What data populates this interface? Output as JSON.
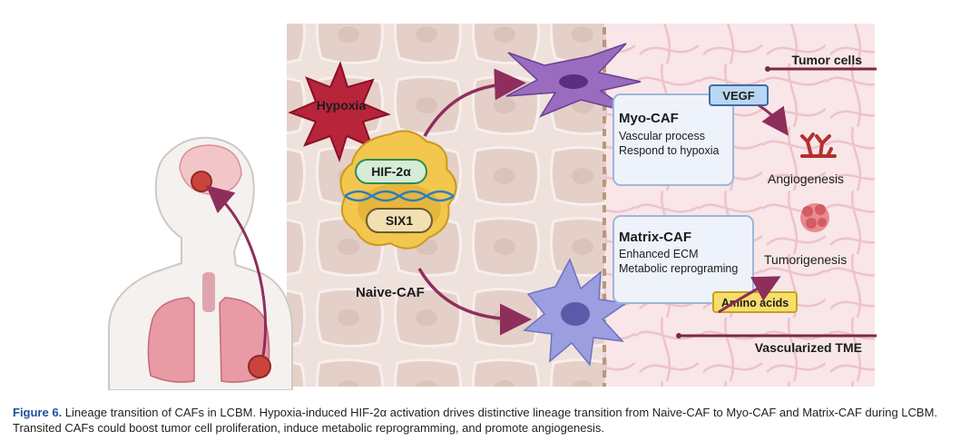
{
  "diagram": {
    "hypoxia_label": "Hypoxia",
    "hif_label": "HIF-2α",
    "six1_label": "SIX1",
    "naive_caf_label": "Naive-CAF",
    "myo_caf": {
      "title": "Myo-CAF",
      "lines": [
        "Vascular process",
        "Respond to hypoxia"
      ]
    },
    "matrix_caf": {
      "title": "Matrix-CAF",
      "lines": [
        "Enhanced ECM",
        "Metabolic reprograming"
      ]
    },
    "vegf_label": "VEGF",
    "amino_acids_label": "Amino acids",
    "angiogenesis_label": "Angiogenesis",
    "tumorigenesis_label": "Tumorigenesis",
    "tumor_cells_label": "Tumor cells",
    "vascularized_tme_label": "Vascularized TME"
  },
  "caption": {
    "label": "Figure 6.",
    "text": " Lineage transition of CAFs in LCBM. Hypoxia-induced HIF-2α activation drives distinctive lineage transition from Naive-CAF to Myo-CAF and Matrix-CAF during LCBM. Transited CAFs could boost tumor cell proliferation, induce metabolic reprogramming, and promote angiogenesis."
  },
  "colors": {
    "arrow": "#8e2e5c",
    "hypoxia": "#b8243a",
    "naive_caf": "#f3c64d",
    "myo_caf": "#9a6cc0",
    "matrix_caf": "#9c9ee0",
    "tumor": "#c9443d"
  }
}
